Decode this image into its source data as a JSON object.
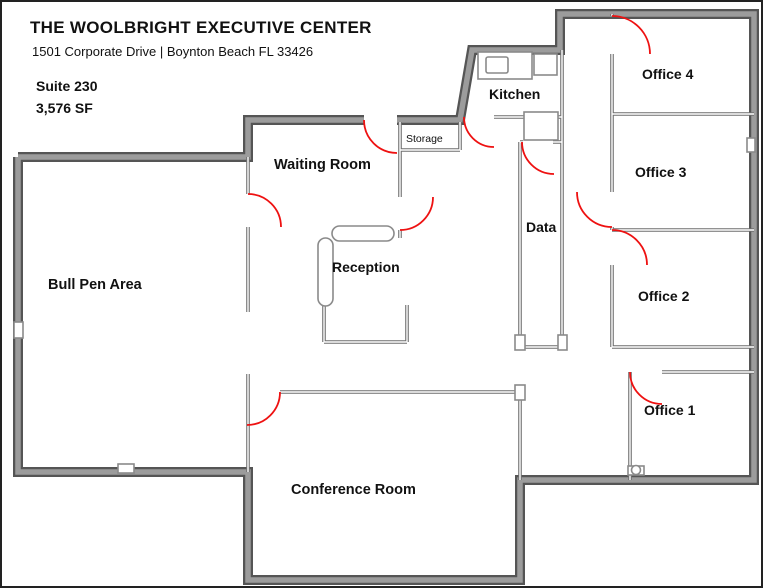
{
  "header": {
    "title": "THE WOOLBRIGHT EXECUTIVE CENTER",
    "address": "1501 Corporate Drive | Boynton Beach FL 33426",
    "suite": "Suite 230",
    "area": "3,576 SF"
  },
  "rooms": {
    "bullpen": "Bull Pen Area",
    "waiting": "Waiting Room",
    "reception": "Reception",
    "kitchen": "Kitchen",
    "storage": "Storage",
    "data": "Data",
    "office4": "Office 4",
    "office3": "Office 3",
    "office2": "Office 2",
    "office1": "Office 1",
    "conference": "Conference Room"
  },
  "colors": {
    "wall_edge": "#555555",
    "wall": "#9c9c9c",
    "interior_wall": "#6f6f6f",
    "interior_core": "#ffffff",
    "door": "#ee1111",
    "fixture_stroke": "#8a8a8a",
    "text": "#111111"
  }
}
